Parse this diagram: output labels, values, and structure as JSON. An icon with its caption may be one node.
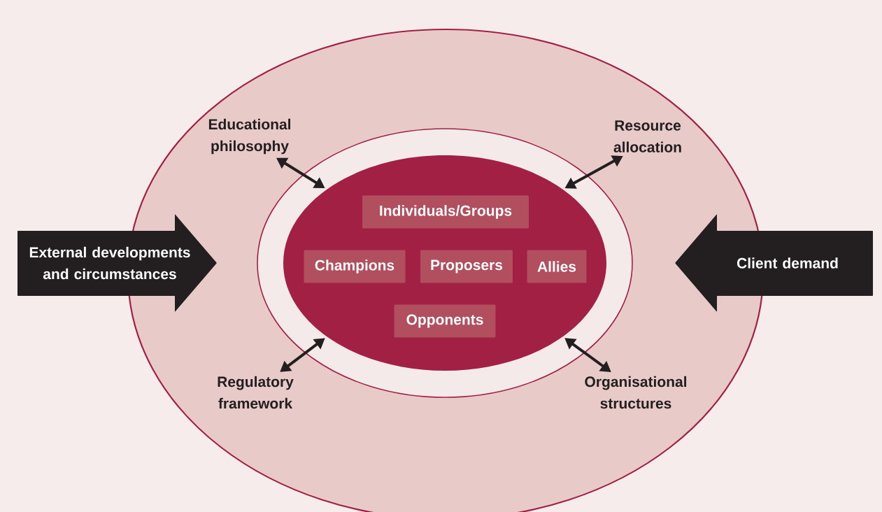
{
  "diagram": {
    "nodes": [
      {
        "text": [],
        "shape": "ellipse"
      },
      {
        "text": [],
        "shape": "ellipse",
        "in": 0
      },
      {
        "text": [],
        "shape": "ellipse",
        "in": 1
      },
      {
        "text": [
          "Individuals/Groups"
        ],
        "in": 2
      },
      {
        "text": [
          "Champions"
        ],
        "in": 2
      },
      {
        "text": [
          "Proposers"
        ],
        "in": 2
      },
      {
        "text": [
          "Allies"
        ],
        "in": 2
      },
      {
        "text": [
          "Opponents"
        ],
        "in": 2
      },
      {
        "text": [
          "Educational philosophy"
        ],
        "in": 0
      },
      {
        "text": [
          "Resource allocation"
        ],
        "in": 0
      },
      {
        "text": [
          "Regulatory framework"
        ],
        "in": 0
      },
      {
        "text": [
          "Organisational structures"
        ],
        "in": 0
      },
      {
        "text": [
          "External developments and circumstances"
        ]
      },
      {
        "text": [
          "Client demand"
        ]
      }
    ],
    "edges": [
      {
        "from": 8,
        "to": 2,
        "arrow": "both"
      },
      {
        "from": 9,
        "to": 2,
        "arrow": "both"
      },
      {
        "from": 10,
        "to": 2,
        "arrow": "both"
      },
      {
        "from": 11,
        "to": 2,
        "arrow": "both"
      }
    ]
  }
}
